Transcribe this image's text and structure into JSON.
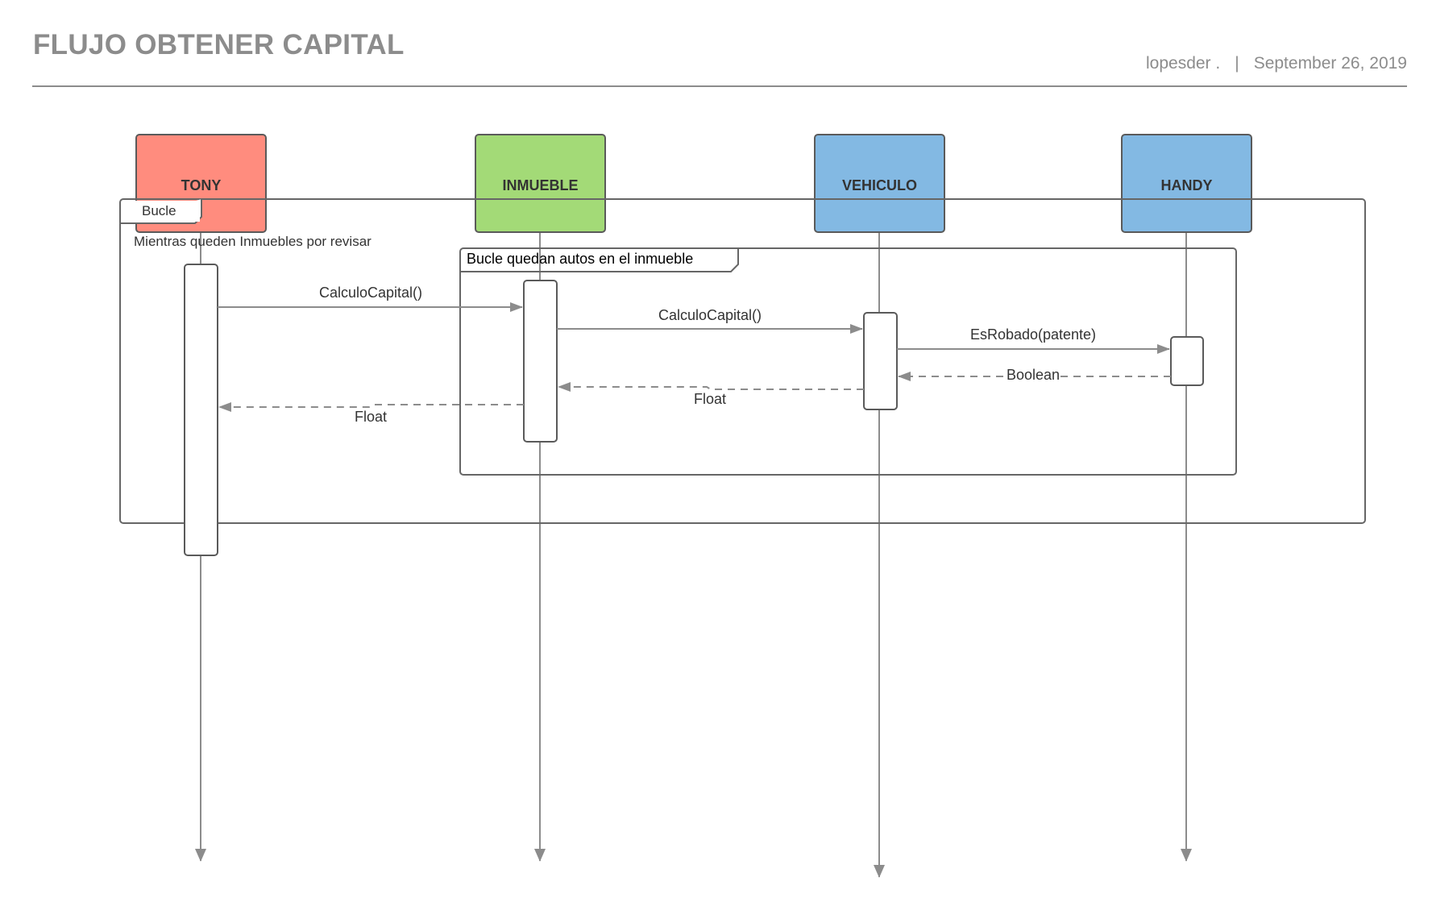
{
  "header": {
    "title": "FLUJO OBTENER CAPITAL",
    "author": "lopesder .",
    "separator": "|",
    "date": "September 26, 2019"
  },
  "participants": [
    {
      "id": "tony",
      "label": "TONY",
      "color": "#ff8c7e"
    },
    {
      "id": "inmueble",
      "label": "INMUEBLE",
      "color": "#a3da77"
    },
    {
      "id": "vehiculo",
      "label": "VEHICULO",
      "color": "#83b9e3"
    },
    {
      "id": "handy",
      "label": "HANDY",
      "color": "#83b9e3"
    }
  ],
  "frames": {
    "outer": {
      "tag": "Bucle",
      "guard": "Mientras queden Inmuebles por revisar"
    },
    "inner": {
      "tag": "Bucle quedan autos en el inmueble"
    }
  },
  "messages": [
    {
      "from": "tony",
      "to": "inmueble",
      "label": "CalculoCapital()",
      "kind": "call"
    },
    {
      "from": "inmueble",
      "to": "vehiculo",
      "label": "CalculoCapital()",
      "kind": "call"
    },
    {
      "from": "vehiculo",
      "to": "handy",
      "label": "EsRobado(patente)",
      "kind": "call"
    },
    {
      "from": "handy",
      "to": "vehiculo",
      "label": "Boolean",
      "kind": "return"
    },
    {
      "from": "vehiculo",
      "to": "inmueble",
      "label": "Float",
      "kind": "return"
    },
    {
      "from": "inmueble",
      "to": "tony",
      "label": "Float",
      "kind": "return"
    }
  ],
  "colors": {
    "line": "#8c8c8c",
    "frame_border": "#666666",
    "actor_border": "#5a5a5a"
  }
}
